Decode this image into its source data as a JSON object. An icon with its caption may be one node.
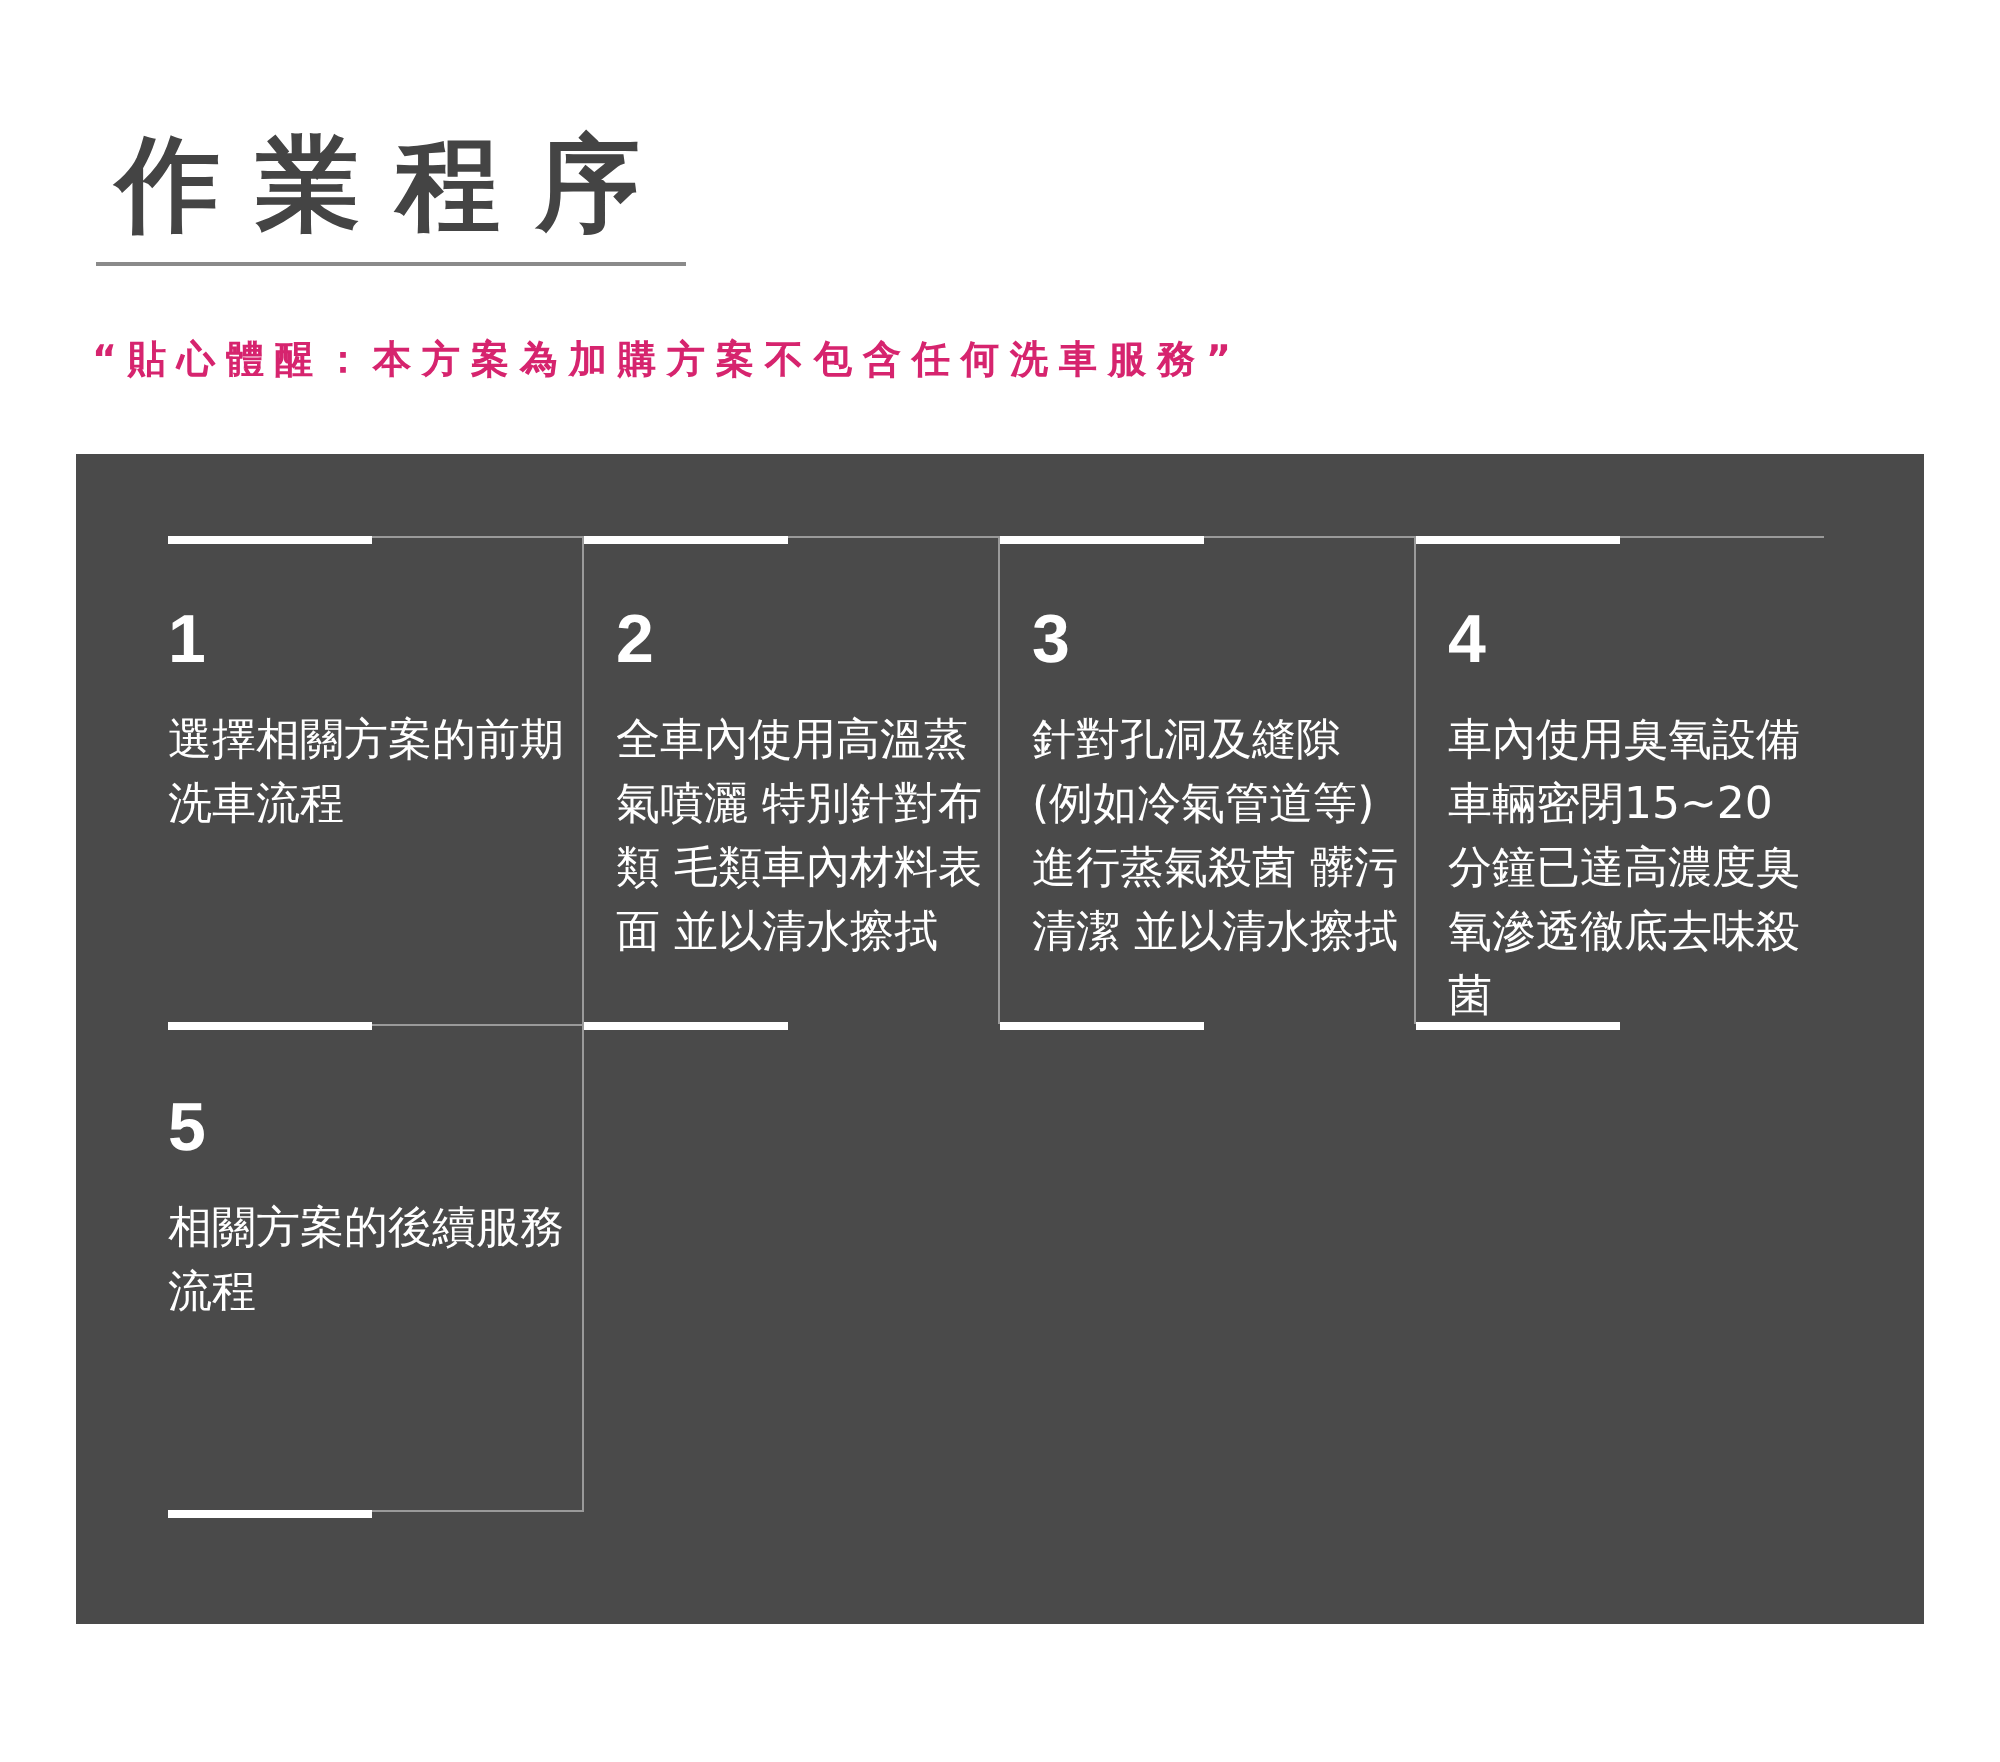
{
  "diagram": {
    "title": "作業程序",
    "nodes": [
      {
        "text": [
          "1",
          "選擇相關方案的前期洗車流程"
        ]
      },
      {
        "text": [
          "2",
          "全車內使用高溫蒸氣噴灑 特別針對布類 毛類車內材料表面 並以清水擦拭"
        ]
      },
      {
        "text": [
          "3",
          "針對孔洞及縫隙(例如冷氣管道等)進行蒸氣殺菌 髒污清潔 並以清水擦拭"
        ]
      },
      {
        "text": [
          "4",
          "車內使用臭氧設備車輛密閉15~20分鐘已達高濃度臭氧滲透徹底去味殺菌"
        ]
      },
      {
        "text": [
          "5",
          "相關方案的後續服務流程"
        ]
      }
    ],
    "edges": [],
    "labels": [
      "“貼心體醒：本方案為加購方案不包含任何洗車服務”"
    ]
  }
}
